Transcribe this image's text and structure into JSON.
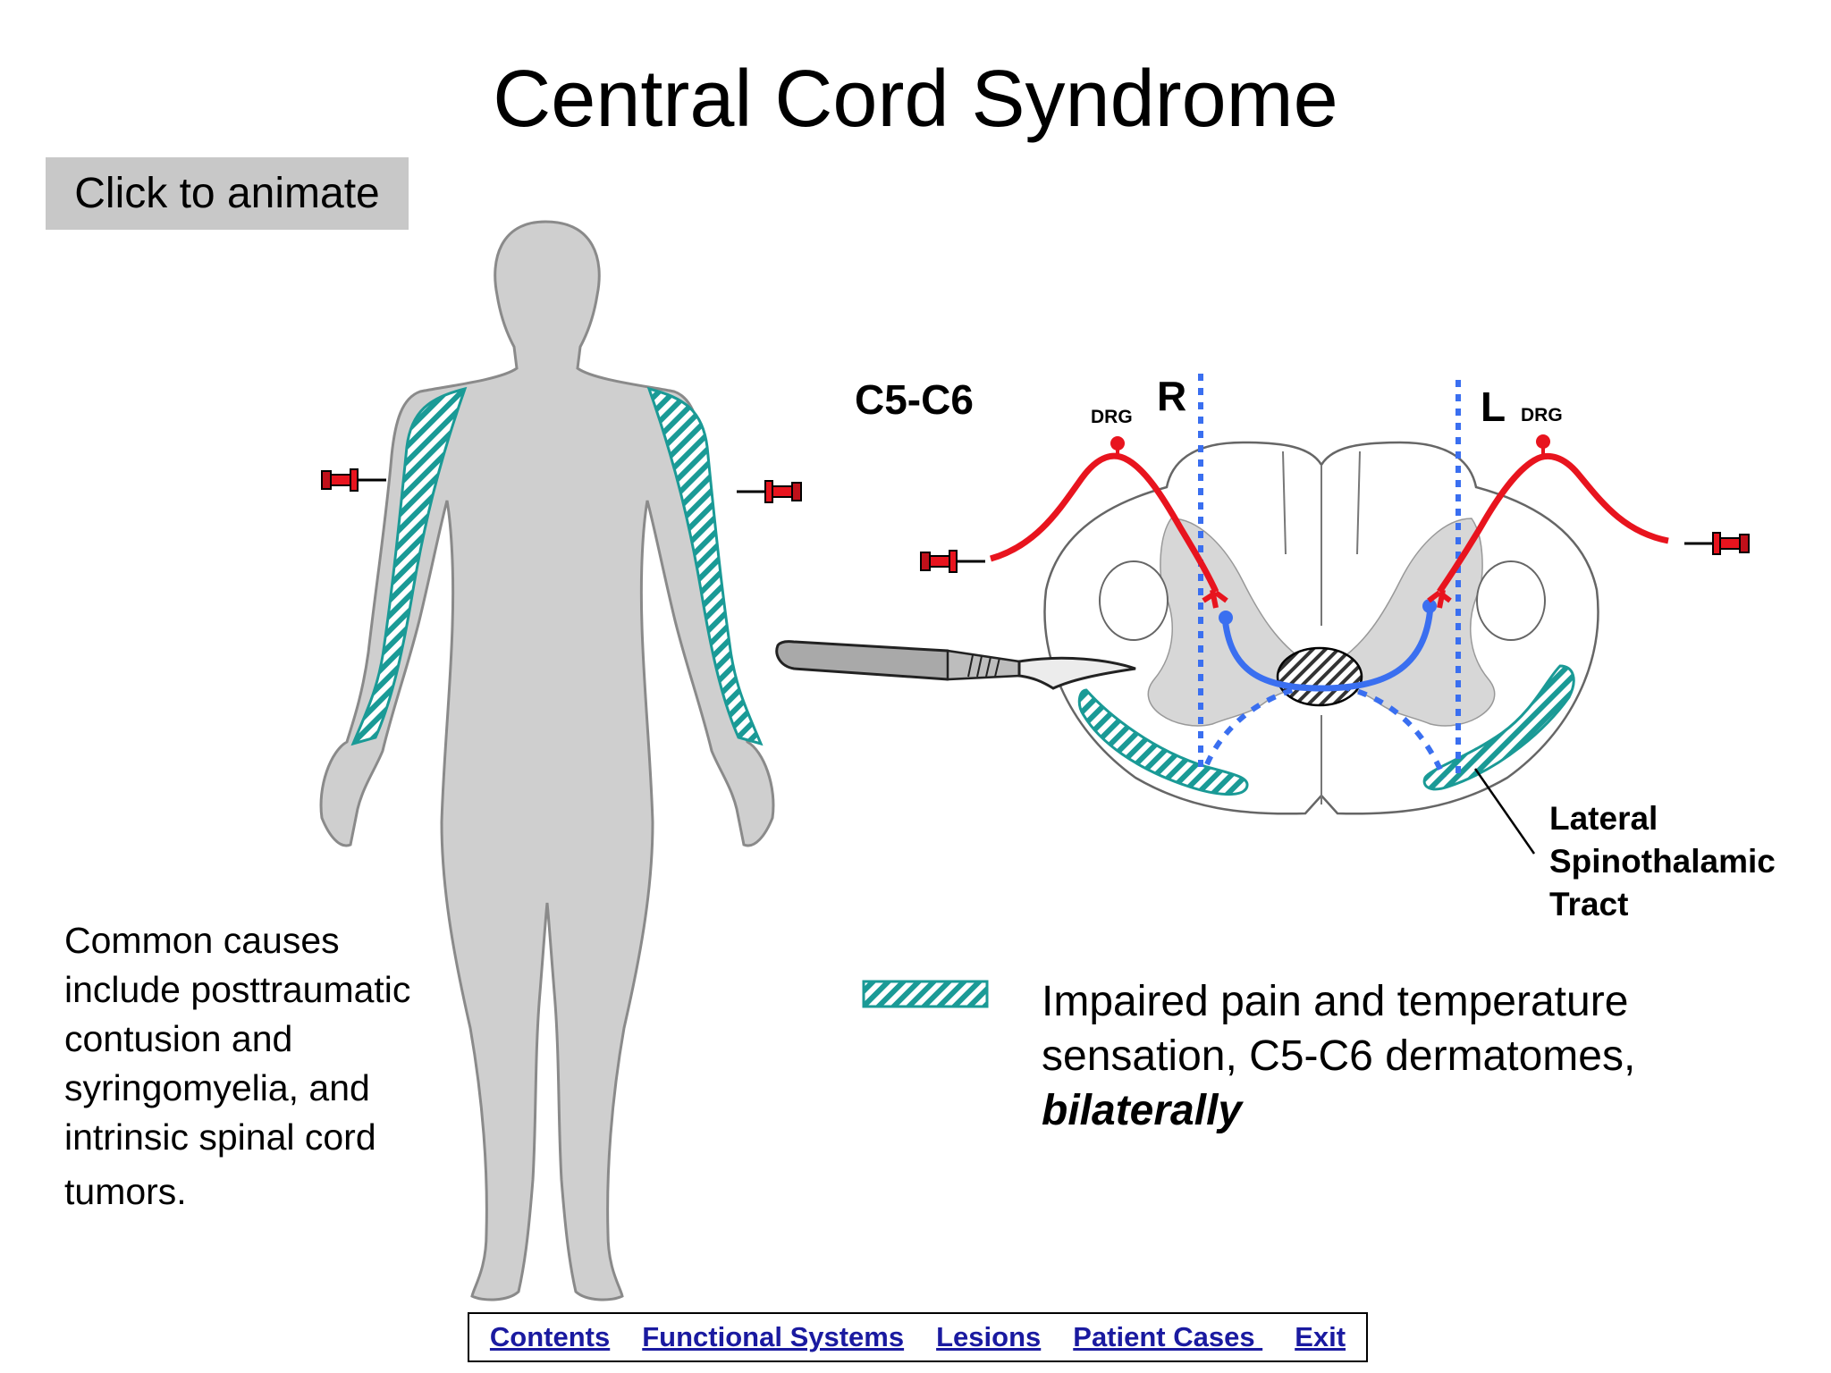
{
  "title": "Central Cord Syndrome",
  "animate_button": "Click to animate",
  "diagram": {
    "level": "C5-C6",
    "right": "R",
    "left": "L",
    "drg": "DRG",
    "tract_label": [
      "Lateral",
      "Spinothalamic",
      "Tract"
    ]
  },
  "causes": [
    "Common causes",
    "include posttraumatic",
    "contusion and",
    "syringomyelia, and",
    "intrinsic spinal cord",
    "tumors."
  ],
  "legend": {
    "line1": "Impaired pain and temperature",
    "line2": "sensation, C5-C6 dermatomes,",
    "emphasis": "bilaterally"
  },
  "nav": [
    "Contents",
    "Functional Systems",
    "Lesions",
    "Patient Cases ",
    "Exit"
  ],
  "colors": {
    "teal_hatch": "#1a9a96",
    "pathway_red": "#e8141e",
    "pathway_blue": "#3a6ff0",
    "body_gray": "#cfcfcf",
    "gray_matter": "#d7d7d7",
    "nav_link": "#1a1aa0"
  },
  "icons": [
    "pin-icon",
    "scalpel-icon"
  ]
}
